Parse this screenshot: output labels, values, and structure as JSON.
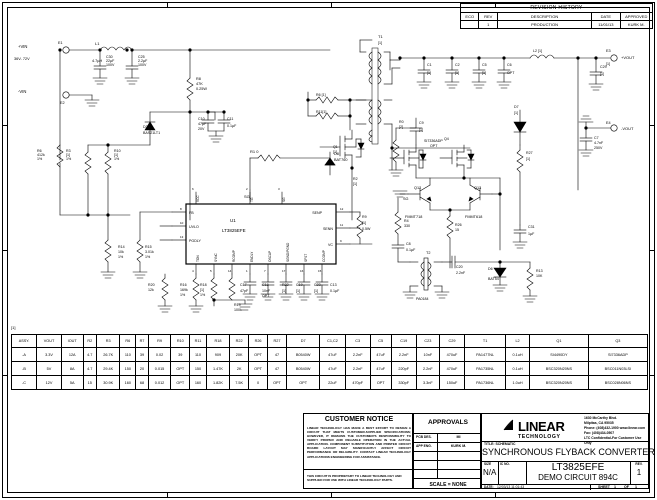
{
  "sheet": {
    "border_zones_top": [
      "1",
      "2",
      "3",
      "4"
    ],
    "border_zones_side": [
      "A",
      "B",
      "C",
      "D"
    ]
  },
  "revision_history": {
    "title": "REVISION HISTORY",
    "columns": [
      "ECO",
      "REV",
      "DESCRIPTION",
      "DATE",
      "APPROVED"
    ],
    "rows": [
      [
        "",
        "1",
        "PRODUCTION",
        "11/01/13",
        "KURK M."
      ]
    ]
  },
  "customer_notice": {
    "title": "CUSTOMER NOTICE",
    "body": "LINEAR TECHNOLOGY HAS MADE A BEST EFFORT TO DESIGN A CIRCUIT THAT MEETS CUSTOMER-SUPPLIED SPECIFICATIONS; HOWEVER, IT REMAINS THE CUSTOMER'S RESPONSIBILITY TO VERIFY PROPER AND RELIABLE OPERATION IN THE ACTUAL APPLICATION.  COMPONENT SUBSTITUTION AND PRINTED CIRCUIT BOARD LAYOUT MAY SIGNIFICANTLY AFFECT CIRCUIT PERFORMANCE OR RELIABILITY.  CONTACT LINEAR TECHNOLOGY APPLICATIONS ENGINEERING FOR ASSISTANCE.",
    "footer": "THIS CIRCUIT IS PROPRIETARY TO LINEAR TECHNOLOGY AND SUPPLIED FOR USE WITH LINEAR TECHNOLOGY PARTS."
  },
  "approvals": {
    "title": "APPROVALS",
    "rows": [
      {
        "label": "PCB DES.",
        "value": "MI"
      },
      {
        "label": "APP ENG.",
        "value": "KURK M."
      },
      {
        "label": "",
        "value": ""
      },
      {
        "label": "",
        "value": ""
      },
      {
        "label": "",
        "value": ""
      }
    ],
    "scale_label": "SCALE = NONE"
  },
  "title_block": {
    "company": "LINEAR",
    "company_sub": "TECHNOLOGY",
    "address_lines": [
      "1630 McCarthy Blvd.",
      "Milpitas, CA 95035",
      "Phone: (408)432-1900     www.linear.com",
      "Fax: (408)434-0507",
      "LTC Confidential-For Customer Use Only"
    ],
    "title_label": "TITLE: SCHEMATIC",
    "title_main": "SYNCHRONOUS FLYBACK CONVERTER",
    "size_label": "SIZE",
    "size_value": "N/A",
    "icno_label": "IC NO.",
    "part_number": "LT3825EFE",
    "demo_circuit": "DEMO CIRCUIT 894C",
    "rev_label": "REV.",
    "rev_value": "1",
    "date_label": "DATE:",
    "date_value": "12/03/13 11:01:43",
    "sheet_label": "SHEET",
    "sheet_value": "1",
    "of_label": "OF",
    "of_value": "1"
  },
  "parts_table": {
    "note": "[1]",
    "columns": [
      "ASSY.",
      "VOUT",
      "IOUT",
      "R2",
      "R3",
      "R6",
      "R7",
      "R9",
      "R10",
      "R11",
      "R18",
      "R22",
      "R26",
      "R27",
      "D7",
      "C1,C2",
      "C3",
      "C5",
      "C19",
      "C23",
      "C29",
      "T1",
      "L2",
      "Q1",
      "Q3"
    ],
    "rows": [
      [
        "-A",
        "3.3V",
        "12A",
        "4.7",
        "26.7K",
        "110",
        "39",
        "0.02",
        "39",
        "110",
        "909",
        "20K",
        "OPT",
        "47",
        "B0540W",
        "47uF",
        "2.2nF",
        "47uF",
        "2.2nF",
        "10nF",
        "470uF",
        "PA1477NL",
        "0.1uH",
        "SI4490DY",
        "SI7336ADP"
      ],
      [
        "-B",
        "5V",
        "8A",
        "4.7",
        "29.4K",
        "150",
        "20",
        "0.015",
        "OPT",
        "150",
        "1.47K",
        "2K",
        "OPT",
        "47",
        "B0540W",
        "47uF",
        "2.2nF",
        "47uF",
        "220pF",
        "2.2nF",
        "470uF",
        "PA1735NL",
        "0.1uH",
        "BSC320N20NS",
        "BSC011N03LSI"
      ],
      [
        "-C",
        "12V",
        "5A",
        "15",
        "30.9K",
        "160",
        "68",
        "0.012",
        "OPT",
        "160",
        "1.82K",
        "7.5K",
        "0",
        "OPT",
        "OPT",
        "22uF",
        "470pF",
        "OPT",
        "330pF",
        "3.3nF",
        "150uF",
        "PA1736NL",
        "1.0uH",
        "BSC320N20NS",
        "BSC028N06NS"
      ]
    ]
  },
  "schematic": {
    "terminals": [
      {
        "name": "E1",
        "label": "+VIN",
        "sub": "36V- 72V"
      },
      {
        "name": "E2",
        "label": "-VIN",
        "sub": ""
      },
      {
        "name": "E3",
        "label": "+VOUT",
        "sub": "[1]"
      },
      {
        "name": "E4",
        "label": "-VOUT",
        "sub": ""
      }
    ],
    "ic": {
      "ref": "U1",
      "part": "LT3825EFE",
      "pins_left": [
        "FB",
        "UVLO",
        "PGDLY"
      ],
      "pins_right": [
        "SENP",
        "SENN",
        "VC"
      ],
      "pins_top": [
        "VCC",
        "TG",
        "SG"
      ],
      "pins_bottom": [
        "TON",
        "SYNC",
        "RCOMP",
        "ENDLY",
        "OSCAP",
        "SGND/PGND",
        "SFST",
        "CCOMP"
      ]
    },
    "components": [
      {
        "ref": "L1",
        "value": "4.7µH"
      },
      {
        "ref": "C30",
        "value": "22µF\n100V"
      },
      {
        "ref": "C25",
        "value": "2.2µF\n100V"
      },
      {
        "ref": "R8",
        "value": "47K\n0.25W"
      },
      {
        "ref": "C10",
        "value": "47µF\n20V"
      },
      {
        "ref": "C11",
        "value": "0.1µF"
      },
      {
        "ref": "R6",
        "value": "412k\n1%"
      },
      {
        "ref": "R3",
        "value": "[1]\n1%"
      },
      {
        "ref": "R10",
        "value": "[1]\n1%"
      },
      {
        "ref": "D3",
        "value": "BAS21LT1"
      },
      {
        "ref": "R1",
        "value": "0"
      },
      {
        "ref": "D8",
        "value": "BAT760"
      },
      {
        "ref": "R9",
        "value": "[1]\n0.5W"
      },
      {
        "ref": "R11",
        "value": "[1]"
      },
      {
        "ref": "R7",
        "value": "[1]"
      },
      {
        "ref": "R2",
        "value": "[1]"
      },
      {
        "ref": "Q1",
        "value": "[1]"
      },
      {
        "ref": "Q4",
        "value": "SI7336ADP\nOPT"
      },
      {
        "ref": "C9",
        "value": "[1]"
      },
      {
        "ref": "T1",
        "value": "[1]"
      },
      {
        "ref": "C1",
        "value": "[1]"
      },
      {
        "ref": "C2",
        "value": "[1]"
      },
      {
        "ref": "C5",
        "value": "[1]"
      },
      {
        "ref": "C6",
        "value": "OPT"
      },
      {
        "ref": "L2",
        "value": "[1]"
      },
      {
        "ref": "C29",
        "value": "[1]"
      },
      {
        "ref": "C7",
        "value": "4.7nF\n250V"
      },
      {
        "ref": "R4",
        "value": "330"
      },
      {
        "ref": "C8",
        "value": "0.1µF"
      },
      {
        "ref": "T2",
        "value": "PA0184"
      },
      {
        "ref": "C20",
        "value": "2.2nF"
      },
      {
        "ref": "D6",
        "value": "BAT54"
      },
      {
        "ref": "R13",
        "value": "10K"
      },
      {
        "ref": "R26",
        "value": "15"
      },
      {
        "ref": "Q12",
        "value": "FMMT718"
      },
      {
        "ref": "Q13",
        "value": "FMMT618"
      },
      {
        "ref": "R27",
        "value": "[1]"
      },
      {
        "ref": "C31",
        "value": "1µF"
      },
      {
        "ref": "D7",
        "value": "[1]"
      },
      {
        "ref": "Q3",
        "value": "[1]"
      },
      {
        "ref": "R14",
        "value": "10k\n1%"
      },
      {
        "ref": "R15",
        "value": "3.01k\n1%"
      },
      {
        "ref": "R20",
        "value": "12k"
      },
      {
        "ref": "R16",
        "value": "169k\n1%"
      },
      {
        "ref": "R18",
        "value": "[1]\n1%"
      },
      {
        "ref": "R19",
        "value": "100k"
      },
      {
        "ref": "C17",
        "value": "47pF"
      },
      {
        "ref": "C18",
        "value": "10nF\nOPT"
      },
      {
        "ref": "C13",
        "value": "0.1µF"
      },
      {
        "ref": "C19",
        "value": "[1]"
      },
      {
        "ref": "C23",
        "value": "[1]"
      },
      {
        "ref": "R22",
        "value": "[1]"
      },
      {
        "ref": "SG",
        "value": "SG"
      }
    ]
  }
}
